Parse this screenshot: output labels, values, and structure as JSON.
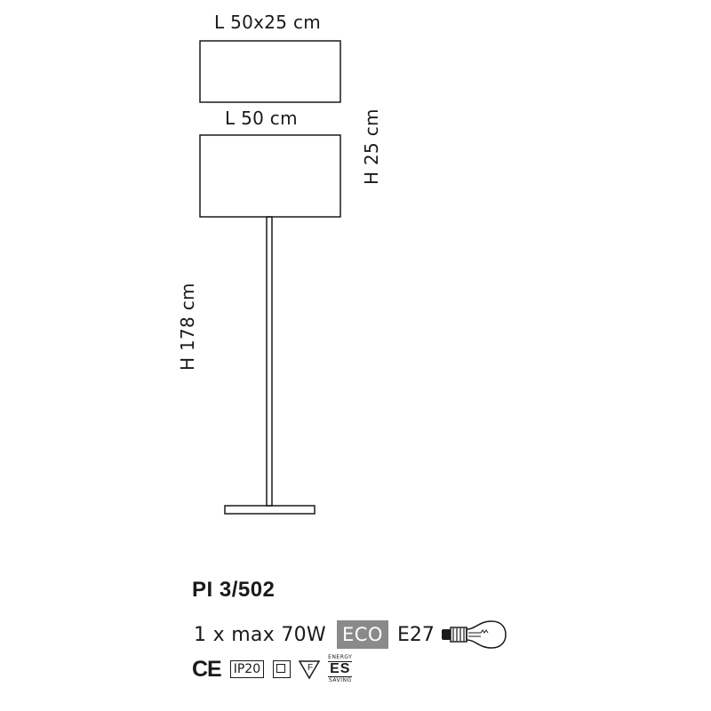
{
  "dimensions": {
    "shade_top": "L 50x25 cm",
    "shade_length": "L 50 cm",
    "shade_height": "H 25 cm",
    "total_height": "H 178 cm"
  },
  "product": {
    "model": "PI 3/502",
    "spec": "1 x max 70W",
    "eco_badge": "ECO",
    "socket": "E27"
  },
  "certifications": {
    "ce": "CE",
    "ip": "IP20",
    "flame": "F",
    "energy_top": "ENERGY",
    "energy_main": "ES",
    "energy_bottom": "SAVING"
  },
  "colors": {
    "line": "#1a1a1a",
    "eco_bg": "#8a8a8a"
  }
}
